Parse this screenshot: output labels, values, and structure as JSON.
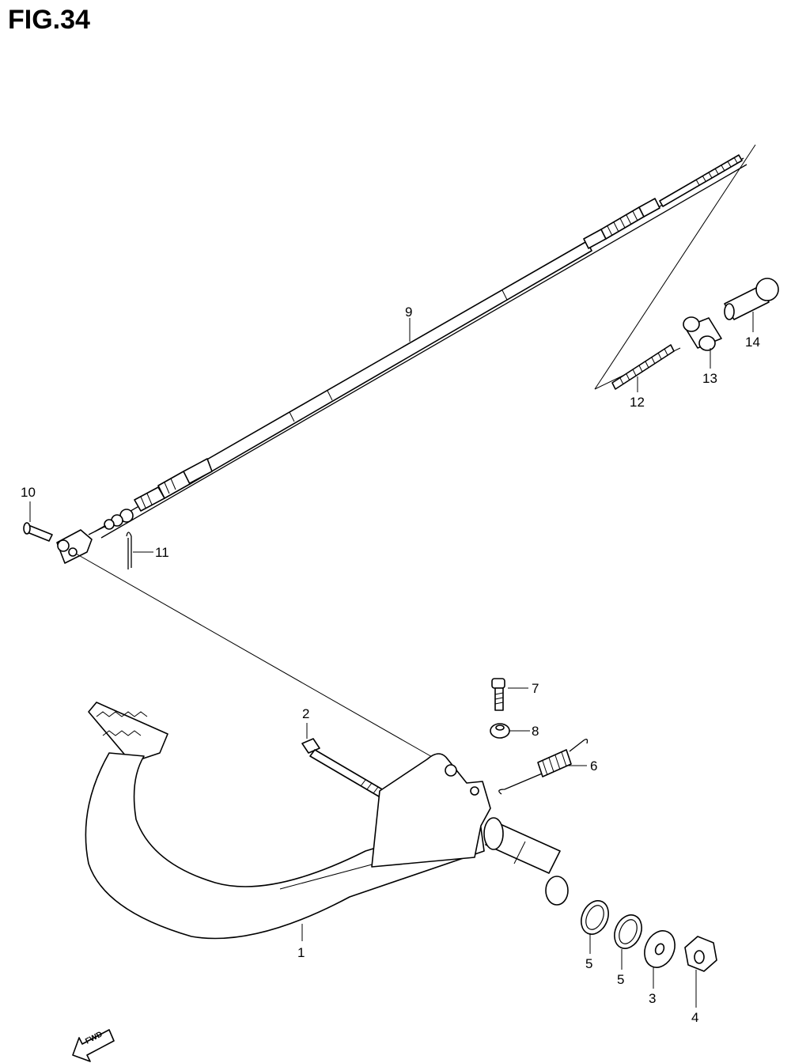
{
  "figure": {
    "title": "FIG.34"
  },
  "callouts": [
    "1",
    "2",
    "3",
    "4",
    "5",
    "5",
    "6",
    "7",
    "8",
    "9",
    "10",
    "11",
    "12",
    "13",
    "14"
  ],
  "direction_arrow": {
    "label": "FWD",
    "icon": "fwd-arrow-icon"
  }
}
